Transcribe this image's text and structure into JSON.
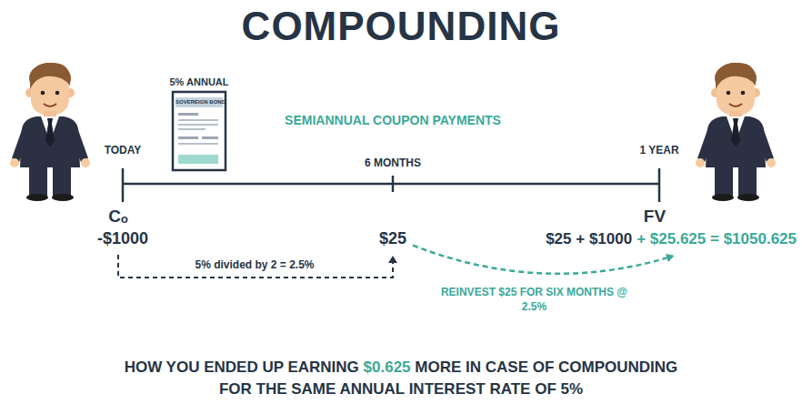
{
  "diagram": {
    "title": "COMPOUNDING",
    "labels": [
      "5% ANNUAL",
      "SOVEREIGN BOND",
      "SEMIANNUAL COUPON PAYMENTS",
      "TODAY",
      "6 MONTHS",
      "1 YEAR",
      "Cₒ",
      "-$1000",
      "$25",
      "5% divided by 2 = 2.5%",
      "FV",
      "$25 + $1000",
      "+ $25.625 = $1050.625",
      "REINVEST $25 FOR SIX MONTHS @ 2.5%",
      "HOW YOU ENDED UP EARNING",
      "$0.625",
      "MORE IN CASE OF COMPOUNDING FOR THE SAME ANNUAL INTEREST RATE OF 5%"
    ]
  }
}
